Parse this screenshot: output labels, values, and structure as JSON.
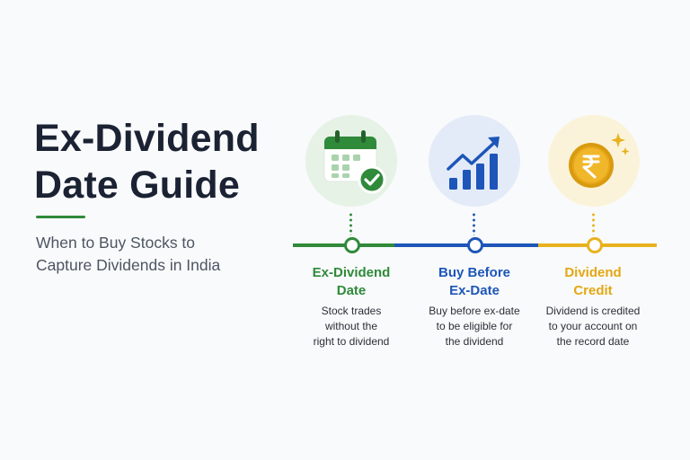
{
  "header": {
    "title_lines": [
      "Ex-Dividend",
      "Date Guide"
    ],
    "subtitle_lines": [
      "When to Buy Stocks to",
      "Capture Dividends in India"
    ]
  },
  "steps": [
    {
      "icon": "calendar-check-icon",
      "color": "#2f8a3a",
      "title_lines": [
        "Ex-Dividend",
        "Date"
      ],
      "desc_lines": [
        "Stock trades",
        "without the",
        "right to dividend"
      ]
    },
    {
      "icon": "growth-chart-icon",
      "color": "#1d56b8",
      "title_lines": [
        "Buy Before",
        "Ex-Date"
      ],
      "desc_lines": [
        "Buy before ex-date",
        "to be eligible for",
        "the dividend"
      ]
    },
    {
      "icon": "rupee-coin-icon",
      "color": "#e8b21f",
      "title_lines": [
        "Dividend",
        "Credit"
      ],
      "desc_lines": [
        "Dividend is credited",
        "to your account on",
        "the record date"
      ]
    }
  ]
}
